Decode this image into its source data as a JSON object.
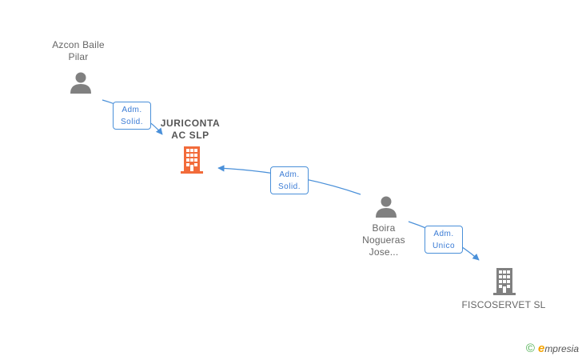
{
  "nodes": {
    "azcon": {
      "line1": "Azcon Baile",
      "line2": "Pilar"
    },
    "juriconta": {
      "line1": "JURICONTA",
      "line2": "AC SLP"
    },
    "boira": {
      "line1": "Boira",
      "line2": "Nogueras",
      "line3": "Jose..."
    },
    "fiscoservet": {
      "line1": "FISCOSERVET SL"
    }
  },
  "edges": {
    "azcon_juriconta": {
      "line1": "Adm.",
      "line2": "Solid."
    },
    "boira_juriconta": {
      "line1": "Adm.",
      "line2": "Solid."
    },
    "boira_fiscoservet": {
      "line1": "Adm.",
      "line2": "Unico"
    }
  },
  "colors": {
    "edge": "#4a90d9",
    "person": "#808080",
    "company_main": "#f26b3a",
    "company": "#808080"
  },
  "icons": {
    "person": "person-icon",
    "company": "building-icon"
  },
  "brand": {
    "copyright": "©",
    "e": "e",
    "rest": "mpresia"
  }
}
